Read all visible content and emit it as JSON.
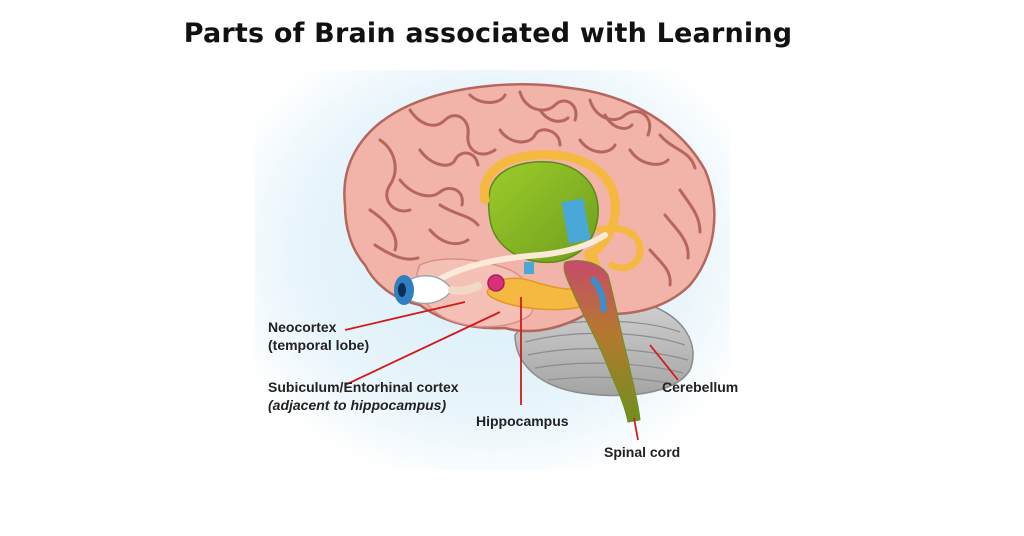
{
  "title": "Parts of Brain associated with Learning",
  "labels": {
    "neocortex": {
      "line1": "Neocortex",
      "line2": "(temporal lobe)"
    },
    "subiculum": {
      "line1": "Subiculum/Entorhinal cortex",
      "line2": "(adjacent to hippocampus)"
    },
    "hippocampus": "Hippocampus",
    "cerebellum": "Cerebellum",
    "spinal_cord": "Spinal cord"
  },
  "colors": {
    "cortex": "#f2b3a8",
    "cortex_fold": "#b5675e",
    "hippocampus": "#f5b942",
    "thalamus": "#8db52b",
    "brainstem": "#8a9a2a",
    "cerebellum": "#b9b9b9",
    "leader_line": "#d11a1a",
    "eye": "#2f7fc1"
  }
}
